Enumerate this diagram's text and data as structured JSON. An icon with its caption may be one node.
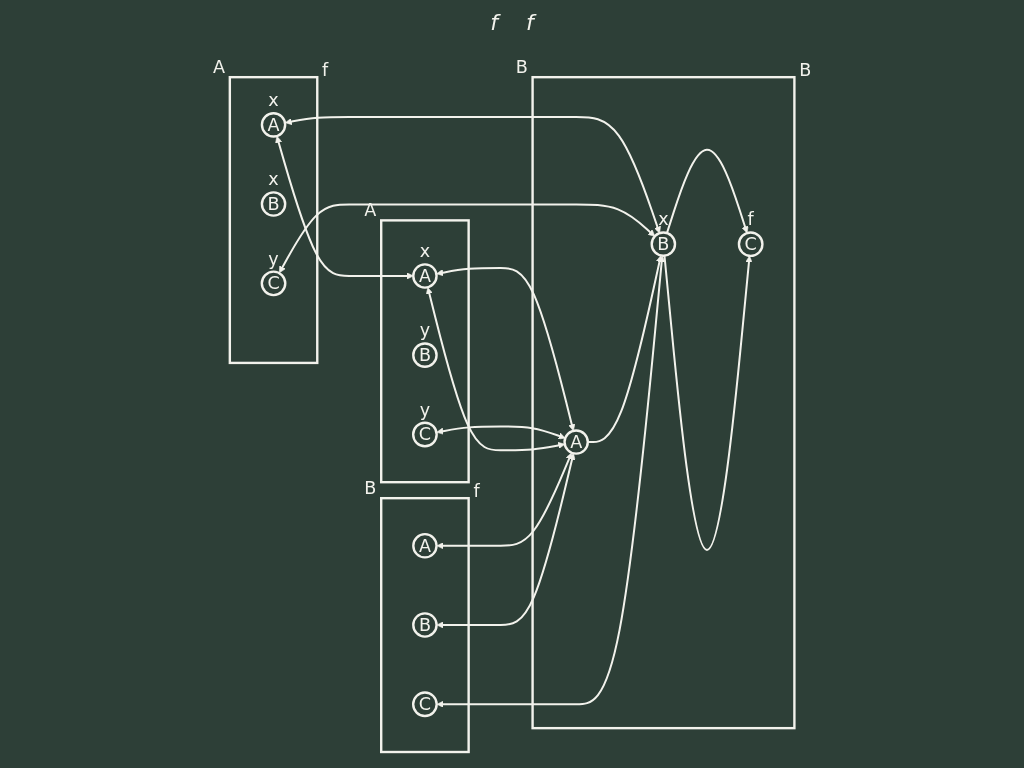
{
  "diagram": {
    "nodes": [
      {
        "text": [
          "A",
          "f"
        ]
      },
      {
        "text": [
          "A"
        ],
        "in": 0,
        "beside": [
          "x"
        ]
      },
      {
        "text": [
          "B"
        ],
        "in": 0,
        "beside": [
          "x"
        ]
      },
      {
        "text": [
          "C"
        ],
        "in": 0,
        "beside": [
          "y"
        ]
      },
      {
        "text": [
          "A"
        ]
      },
      {
        "text": [
          "A"
        ],
        "in": 4,
        "beside": [
          "x"
        ]
      },
      {
        "text": [
          "B"
        ],
        "in": 4,
        "beside": [
          "y"
        ]
      },
      {
        "text": [
          "C"
        ],
        "in": 4,
        "beside": [
          "y"
        ]
      },
      {
        "text": [
          "B",
          "B"
        ]
      },
      {
        "text": [
          "A"
        ],
        "in": 8
      },
      {
        "text": [
          "B"
        ],
        "in": 8,
        "beside": [
          "x"
        ]
      },
      {
        "text": [
          "C"
        ],
        "in": 8,
        "beside": [
          "f"
        ]
      },
      {
        "text": [
          "B",
          "f"
        ]
      },
      {
        "text": [
          "A"
        ],
        "in": 12
      },
      {
        "text": [
          "B"
        ],
        "in": 12
      },
      {
        "text": [
          "C"
        ],
        "in": 12
      }
    ],
    "edges": [
      {
        "from": 1,
        "to": 5,
        "arrow": "both"
      },
      {
        "from": 1,
        "to": 10,
        "arrow": "both"
      },
      {
        "from": 3,
        "to": 10,
        "arrow": "both"
      },
      {
        "from": 5,
        "to": 9,
        "arrow": "both"
      },
      {
        "from": 7,
        "to": 9,
        "arrow": "both"
      },
      {
        "from": 5,
        "to": 9,
        "arrow": "both"
      },
      {
        "from": 9,
        "to": 10,
        "arrow": "to"
      },
      {
        "from": 10,
        "to": 11,
        "arrow": "to"
      },
      {
        "from": 10,
        "to": 11,
        "arrow": "to"
      },
      {
        "from": 13,
        "to": 9,
        "arrow": "both"
      },
      {
        "from": 14,
        "to": 9,
        "arrow": "both"
      },
      {
        "from": 15,
        "to": 10,
        "arrow": "both"
      }
    ],
    "labels": [
      "f",
      "f"
    ]
  }
}
